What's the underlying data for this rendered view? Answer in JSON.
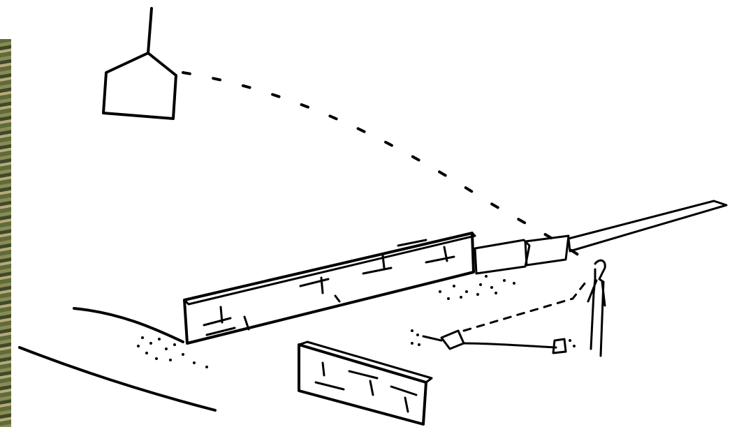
{
  "image": {
    "kind": "hand-drawn concept sketch",
    "colors": {
      "ink": "#000000",
      "wall_fill": "#8fa0b3",
      "wall_fill_light": "#b9c6d2",
      "lamp_yellow": "#e8ec3c",
      "photo_strip": "#6b6a45",
      "background": "#ffffff"
    },
    "elements": [
      "hanging-lamp",
      "light-path",
      "long-wall",
      "linear-bench",
      "short-wall",
      "standing-figure",
      "small-light-fixture",
      "path-edge-lines",
      "gravel-dots"
    ]
  }
}
